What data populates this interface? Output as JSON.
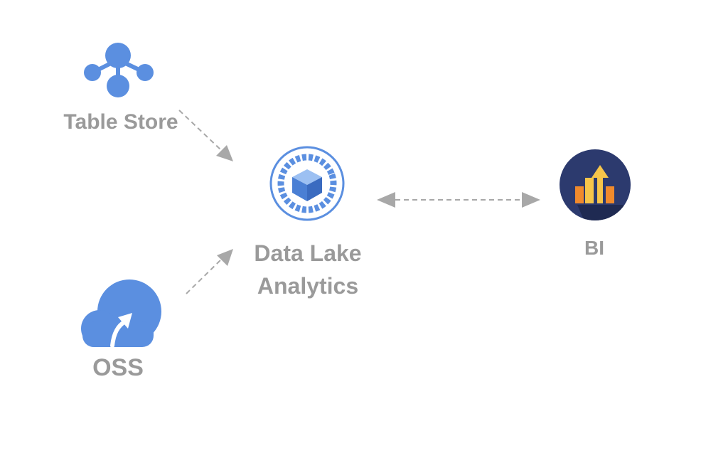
{
  "diagram": {
    "nodes": {
      "table_store": {
        "label": "Table Store",
        "icon": "network-nodes-icon"
      },
      "data_lake_analytics": {
        "label_line1": "Data Lake",
        "label_line2": "Analytics",
        "icon": "cube-ring-icon"
      },
      "oss": {
        "label": "OSS",
        "icon": "cloud-upload-icon"
      },
      "bi": {
        "label": "BI",
        "icon": "bar-chart-arrow-icon"
      }
    },
    "edges": [
      {
        "from": "Table Store",
        "to": "Data Lake Analytics",
        "style": "dashed",
        "direction": "one-way"
      },
      {
        "from": "OSS",
        "to": "Data Lake Analytics",
        "style": "dashed",
        "direction": "one-way"
      },
      {
        "from": "Data Lake Analytics",
        "to": "BI",
        "style": "dashed",
        "direction": "two-way"
      }
    ],
    "colors": {
      "icon_blue": "#5b8fe0",
      "label_gray": "#9a9a9a",
      "arrow_gray": "#a8a8a8",
      "bi_background": "#2c3a6e",
      "bi_bar_orange": "#f08a2c",
      "bi_bar_yellow": "#f6c54a"
    }
  }
}
